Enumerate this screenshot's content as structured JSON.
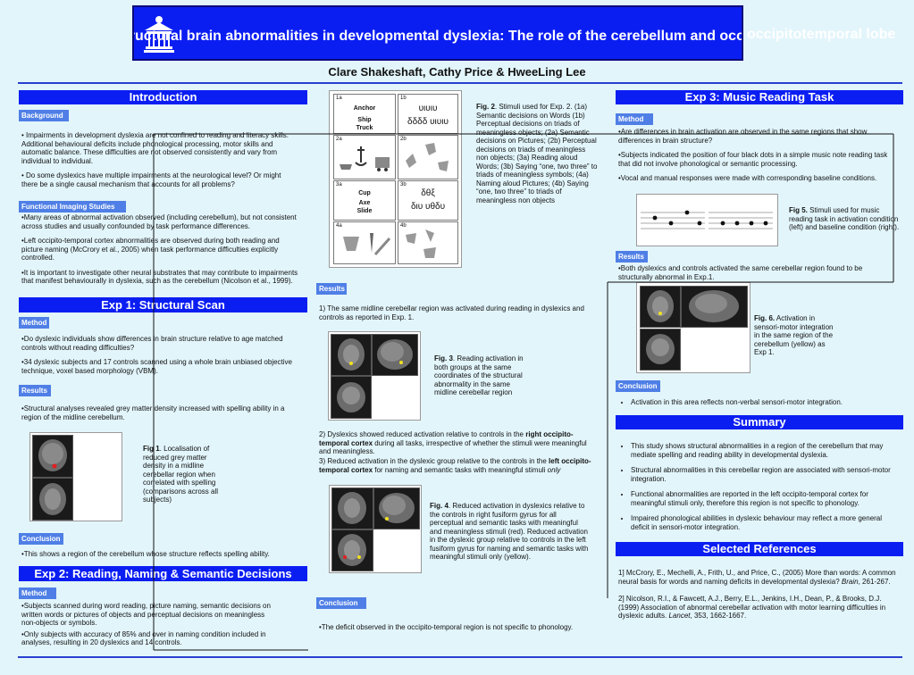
{
  "title": {
    "text": "Functional and structural brain abnormalities in developmental dyslexia: The role of the cerebellum and occipitotemporal lobe",
    "overflow_text": "occipitotemporal lobe"
  },
  "authors": "Clare Shakeshaft, Cathy Price & HweeLing Lee",
  "left": {
    "intro_header": "Introduction",
    "background_tag": "Background",
    "background_items": [
      "• Impairments in development dyslexia are not confined to reading and literacy skills. Additional behavioural deficits include phonological processing, motor skills and automatic balance. These difficulties are not observed consistently and vary from individual to individual.",
      "• Do some dyslexics have multiple impairments at the neurological level? Or might there be a single causal mechanism that accounts for all problems?"
    ],
    "fi_tag": "Functional Imaging Studies",
    "fi_items": [
      "•Many areas of abnormal activation observed (including cerebellum), but not consistent across studies and usually confounded by task performance differences.",
      "•Left occipito-temporal cortex abnormalities are observed during both reading and picture naming (McCrory et al., 2005) when task performance difficulties explicitly controlled.",
      "•It is important to investigate other neural substrates that may contribute to impairments that manifest behaviourally in dyslexia, such as the cerebellum (Nicolson et al., 1999)."
    ],
    "exp1_header": "Exp 1: Structural Scan",
    "method_tag": "Method",
    "exp1_method": [
      "•Do dyslexic individuals show differences in brain structure relative to age matched controls without reading difficulties?",
      "•34 dyslexic subjects and 17 controls scanned using a whole brain unbiased objective technique, voxel based morphology (VBM)."
    ],
    "results_tag": "Results",
    "exp1_results": "•Structural analyses revealed grey matter density increased with spelling ability in a region of the midline cerebellum.",
    "fig1_label": "Fig 1",
    "fig1_caption": ". Localisation of reduced grey matter density in a midline cerebellar region when correlated with spelling (comparisons across all subjects)",
    "conclusion_tag": "Conclusion",
    "exp1_conclusion": "•This shows a region of the cerebellum whose structure reflects spelling ability.",
    "exp2_header": "Exp 2: Reading, Naming & Semantic Decisions",
    "exp2_method": [
      "•Subjects scanned during word reading, picture naming, semantic decisions on written words or pictures of objects and perceptual decisions on meaningless non-objects or symbols.",
      "•Only subjects with accuracy of 85% and over in naming condition included in analyses, resulting in 20 dyslexics and 14 controls."
    ]
  },
  "middle": {
    "fig2_cells": {
      "c1a": {
        "id": "1a",
        "words": [
          "Anchor",
          "Ship",
          "Truck"
        ]
      },
      "c1b": {
        "id": "1b",
        "line1": "υιυιυ",
        "line2": "δδδδ  υιυιυ"
      },
      "c2a": {
        "id": "2a"
      },
      "c2b": {
        "id": "2b"
      },
      "c3a": {
        "id": "3a",
        "words": [
          "Cup",
          "Axe",
          "Slide"
        ]
      },
      "c3b": {
        "id": "3b",
        "line1": "δθξ",
        "line2": "διυ   υθδυ"
      },
      "c4a": {
        "id": "4a"
      },
      "c4b": {
        "id": "4b"
      }
    },
    "fig2_label": "Fig. 2",
    "fig2_caption": ". Stimuli used for Exp. 2. (1a) Semantic decisions on Words (1b) Perceptual decisions on triads of meaningless objects; (2a) Semantic decisions on Pictures; (2b) Perceptual decisions on triads of meaningless non objects; (3a) Reading aloud Words; (3b) Saying “one, two three” to triads of meaningless symbols; (4a) Naming aloud Pictures; (4b) Saying “one, two three” to triads of meaningless non objects",
    "results_tag": "Results",
    "result1": "1) The same midline cerebellar region was activated during reading in dyslexics and controls as reported in Exp. 1.",
    "fig3_label": "Fig. 3",
    "fig3_caption": ". Reading activation in both groups at the same coordinates of the structural abnormality in the same midline cerebellar region",
    "result2_pre": "2) Dyslexics showed reduced activation relative to controls in the ",
    "result2_bold": "right occipito-temporal cortex",
    "result2_post": " during all tasks, irrespective of whether the stimuli were meaningful and meaningless.",
    "result3_pre": "3) Reduced activation in the dyslexic group relative to the controls in the ",
    "result3_bold": "left occipito-temporal cortex",
    "result3_post": " for naming and semantic tasks with meaningful stimuli ",
    "result3_italic": "only",
    "fig4_label": "Fig. 4",
    "fig4_caption": ". Reduced activation in dyslexics relative to the controls in right fusiform gyrus for all perceptual and semantic tasks with meaningful and meaningless stimuli (red). Reduced activation in the dyslexic group relative to controls in the left fusiform gyrus for naming and semantic tasks with meaningful stimuli only (yellow).",
    "conclusion_tag": "Conclusion",
    "conclusion": "•The deficit observed in the occipito-temporal region is not specific to phonology."
  },
  "right": {
    "exp3_header": "Exp 3: Music Reading Task",
    "method_tag": "Method",
    "method_items": [
      "•Are differences in brain activation are observed in the same regions that show differences in brain structure?",
      "•Subjects indicated the position of four black dots in a simple music note reading task that did not involve phonological or semantic processing.",
      "•Vocal and manual responses were made with corresponding baseline conditions."
    ],
    "fig5_label": "Fig 5.",
    "fig5_caption": " Stimuli used for music reading task in activation condition (left) and baseline condition (right).",
    "results_tag": "Results",
    "results": "•Both dyslexics and controls activated the same cerebellar region found to be structurally abnormal in Exp.1.",
    "fig6_label": "Fig. 6.",
    "fig6_caption": " Activation in sensori-motor integration in the same region of the cerebellum (yellow) as Exp 1.",
    "conclusion_tag": "Conclusion",
    "conclusion": "Activation in this area reflects non-verbal sensori-motor integration.",
    "summary_header": "Summary",
    "summary_items": [
      "This study shows structural abnormalities in a region of the cerebellum that may mediate spelling and reading ability in developmental dyslexia.",
      "Structural abnormalities in this cerebellar region are associated with sensori-motor integration.",
      "Functional abnormalities are reported in the left occipito-temporal cortex for meaningful stimuli only, therefore this region is not specific to phonology.",
      "Impaired phonological abilities in dyslexic behaviour may reflect a more general deficit in sensori-motor integration."
    ],
    "refs_header": "Selected References",
    "ref1_text": "1] McCrory, E., Mechelli, A., Frith, U., and Price, C., (2005) More than words: A common neural basis for words and naming deficits in developmental dyslexia? ",
    "ref1_journal": "Brain",
    "ref1_tail": ", 261-267.",
    "ref2_text": "2] Nicolson, R.I., & Fawcett, A.J., Berry, E.L., Jenkins, I.H., Dean, P., & Brooks, D.J. (1999) Association of abnormal cerebellar activation with motor learning difficulties in dyslexic adults. ",
    "ref2_journal": "Lancet",
    "ref2_tail": ", 353, 1662-1667."
  },
  "colors": {
    "background": "#e2f5fb",
    "header_blue": "#0b1ef2",
    "tag_blue": "#4f7fe6",
    "activation_red": "#e02020",
    "activation_yellow": "#f0e020"
  },
  "icons": {
    "logo": "ucl-portico-logo"
  }
}
